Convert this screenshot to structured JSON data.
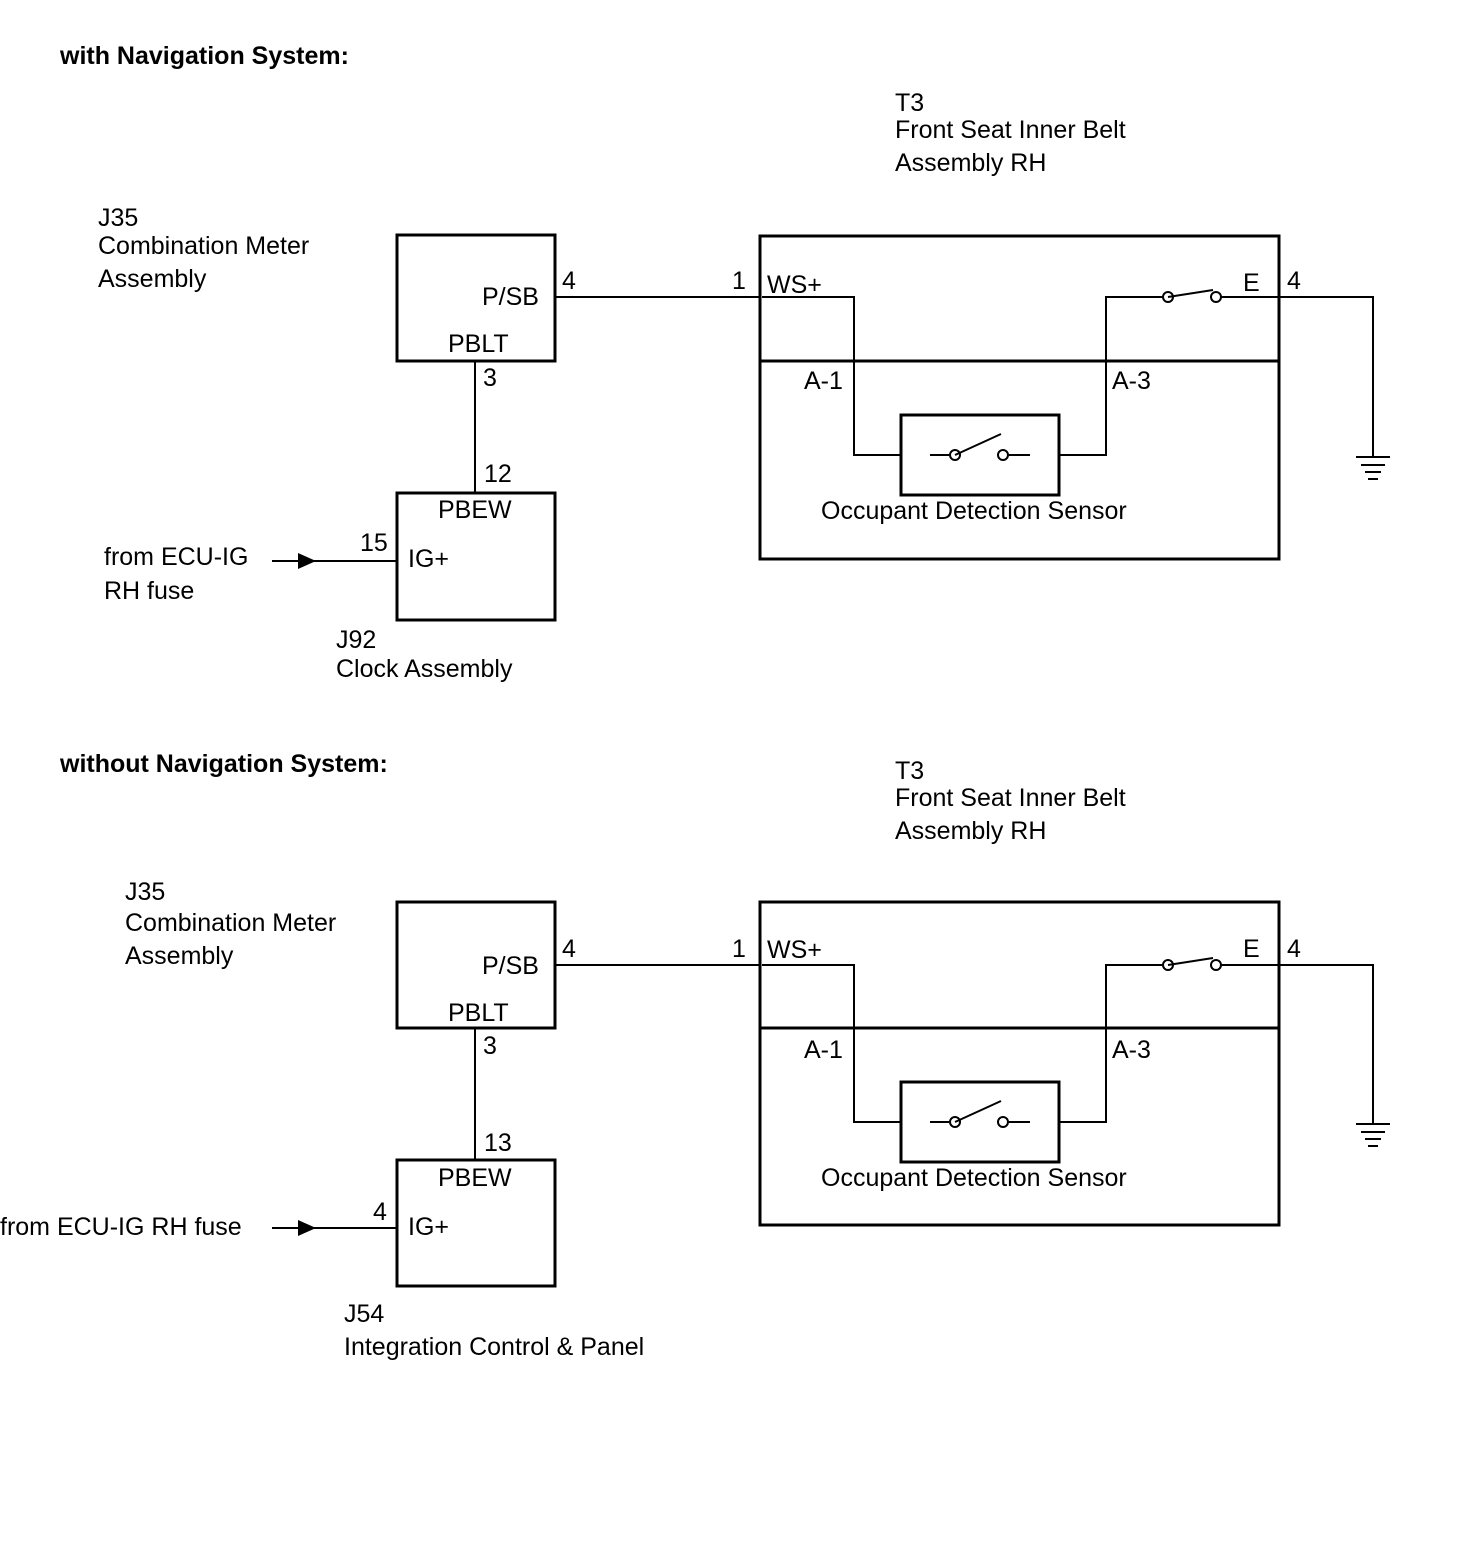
{
  "sections": [
    {
      "heading": "with Navigation System:",
      "meter": {
        "id": "J35",
        "name_l1": "Combination Meter",
        "name_l2": "Assembly",
        "pin_psb": "P/SB",
        "pin_pblt": "PBLT",
        "pin_psb_no": "4",
        "pin_pblt_no": "3"
      },
      "lower": {
        "id": "J92",
        "name": "Clock Assembly",
        "pin_pbew": "PBEW",
        "pin_ig": "IG+",
        "pin_pbew_no": "12",
        "pin_ig_no": "15"
      },
      "source": {
        "line1": "from ECU-IG",
        "line2": "RH fuse"
      },
      "belt": {
        "id": "T3",
        "name_l1": "Front Seat Inner Belt",
        "name_l2": "Assembly RH",
        "pin_ws": "WS+",
        "pin_ws_no": "1",
        "pin_e": "E",
        "pin_e_no": "4",
        "a1": "A-1",
        "a3": "A-3",
        "sensor": "Occupant Detection Sensor"
      }
    },
    {
      "heading": "without Navigation System:",
      "meter": {
        "id": "J35",
        "name_l1": "Combination Meter",
        "name_l2": "Assembly",
        "pin_psb": "P/SB",
        "pin_pblt": "PBLT",
        "pin_psb_no": "4",
        "pin_pblt_no": "3"
      },
      "lower": {
        "id": "J54",
        "name": "Integration Control & Panel",
        "pin_pbew": "PBEW",
        "pin_ig": "IG+",
        "pin_pbew_no": "13",
        "pin_ig_no": "4"
      },
      "source": {
        "line1": "from ECU-IG RH fuse"
      },
      "belt": {
        "id": "T3",
        "name_l1": "Front Seat Inner Belt",
        "name_l2": "Assembly RH",
        "pin_ws": "WS+",
        "pin_ws_no": "1",
        "pin_e": "E",
        "pin_e_no": "4",
        "a1": "A-1",
        "a3": "A-3",
        "sensor": "Occupant Detection Sensor"
      }
    }
  ]
}
